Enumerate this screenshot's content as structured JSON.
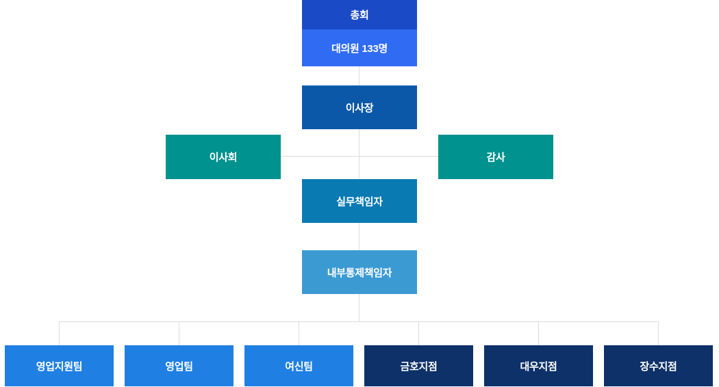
{
  "org_chart": {
    "nodes": {
      "assembly": "총회",
      "delegates": "대의원 133명",
      "chairman": "이사장",
      "board": "이사회",
      "auditor": "감사",
      "working_manager": "실무책임자",
      "internal_control": "내부통제책임자"
    },
    "teams": [
      "영업지원팀",
      "영업팀",
      "여신팀"
    ],
    "branches": [
      "금호지점",
      "대우지점",
      "장수지점"
    ],
    "colors": {
      "assembly": "#1b4ac6",
      "delegates": "#2f6bf3",
      "chairman": "#0b58a9",
      "board_and_auditor": "#00928e",
      "working_manager": "#0a7ab3",
      "internal_control": "#3c9ad2",
      "team": "#1f7fe3",
      "branch": "#0d3168",
      "connector": "#dcdcdc",
      "text": "#ffffff",
      "background": "#ffffff"
    }
  }
}
